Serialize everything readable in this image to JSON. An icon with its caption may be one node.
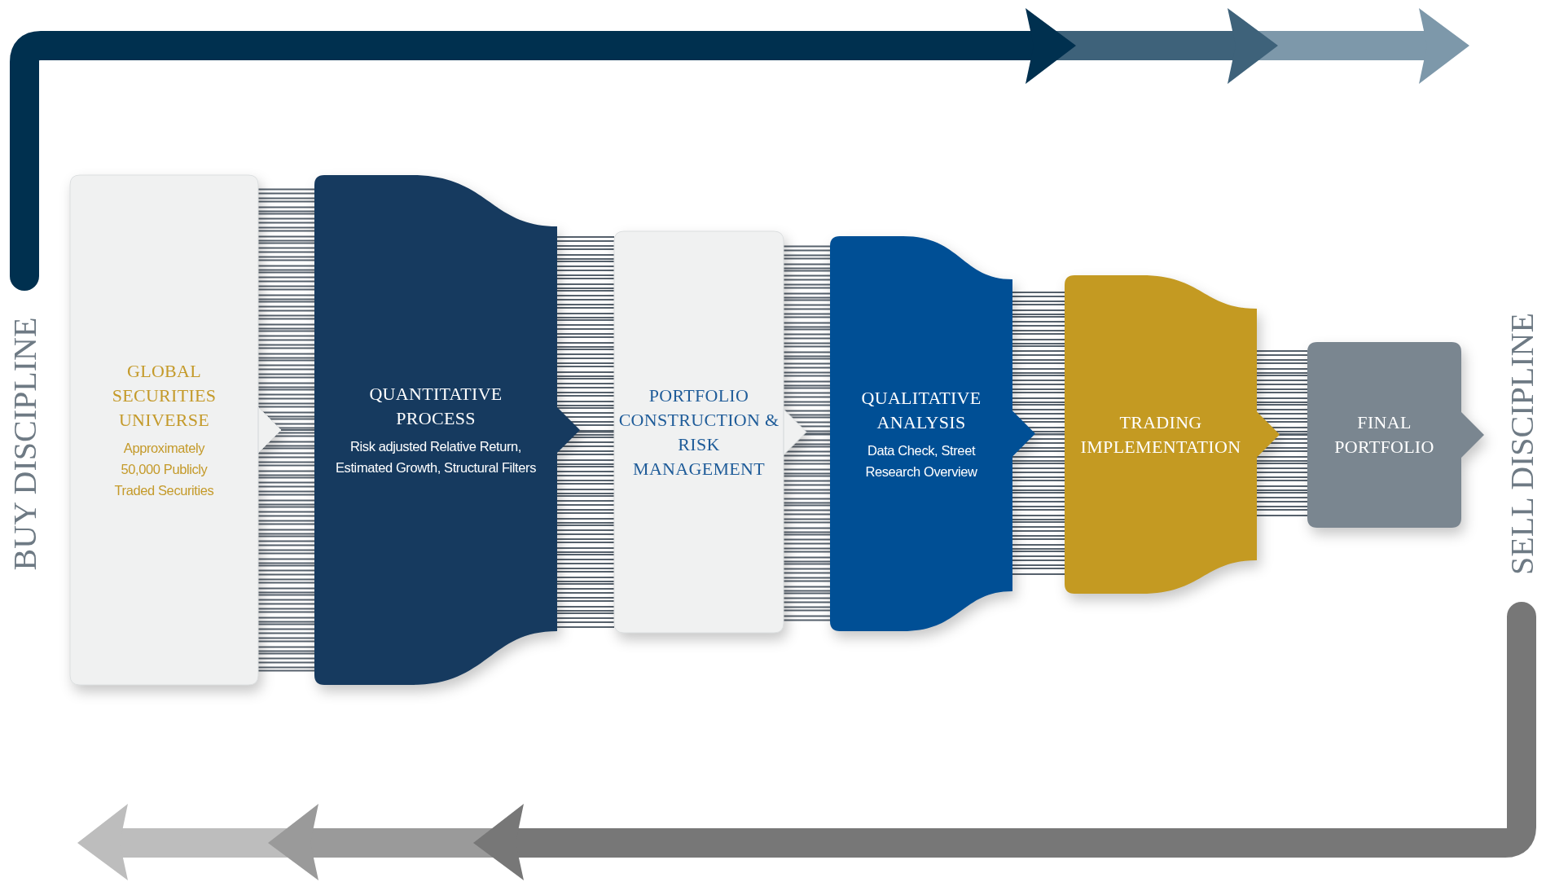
{
  "diagram": {
    "nodes": [
      {
        "text": [
          "GLOBAL SECURITIES UNIVERSE",
          "Approximately 50,000 Publicly Traded Securities"
        ]
      },
      {
        "text": [
          "QUANTITATIVE PROCESS",
          "Risk adjusted Relative Return, Estimated Growth, Structural Filters"
        ]
      },
      {
        "text": [
          "PORTFOLIO CONSTRUCTION & RISK MANAGEMENT"
        ]
      },
      {
        "text": [
          "QUALITATIVE ANALYSIS",
          "Data Check, Street Research Overview"
        ]
      },
      {
        "text": [
          "TRADING IMPLEMENTATION"
        ]
      },
      {
        "text": [
          "FINAL PORTFOLIO"
        ]
      }
    ],
    "edges": [
      {
        "from": 0,
        "to": 1,
        "arrow": "none"
      },
      {
        "from": 1,
        "to": 2,
        "arrow": "none"
      },
      {
        "from": 2,
        "to": 3,
        "arrow": "none"
      },
      {
        "from": 3,
        "to": 4,
        "arrow": "none"
      },
      {
        "from": 4,
        "to": 5,
        "arrow": "none"
      }
    ],
    "labels": [
      "BUY DISCIPLINE",
      "SELL DISCIPLINE"
    ]
  }
}
